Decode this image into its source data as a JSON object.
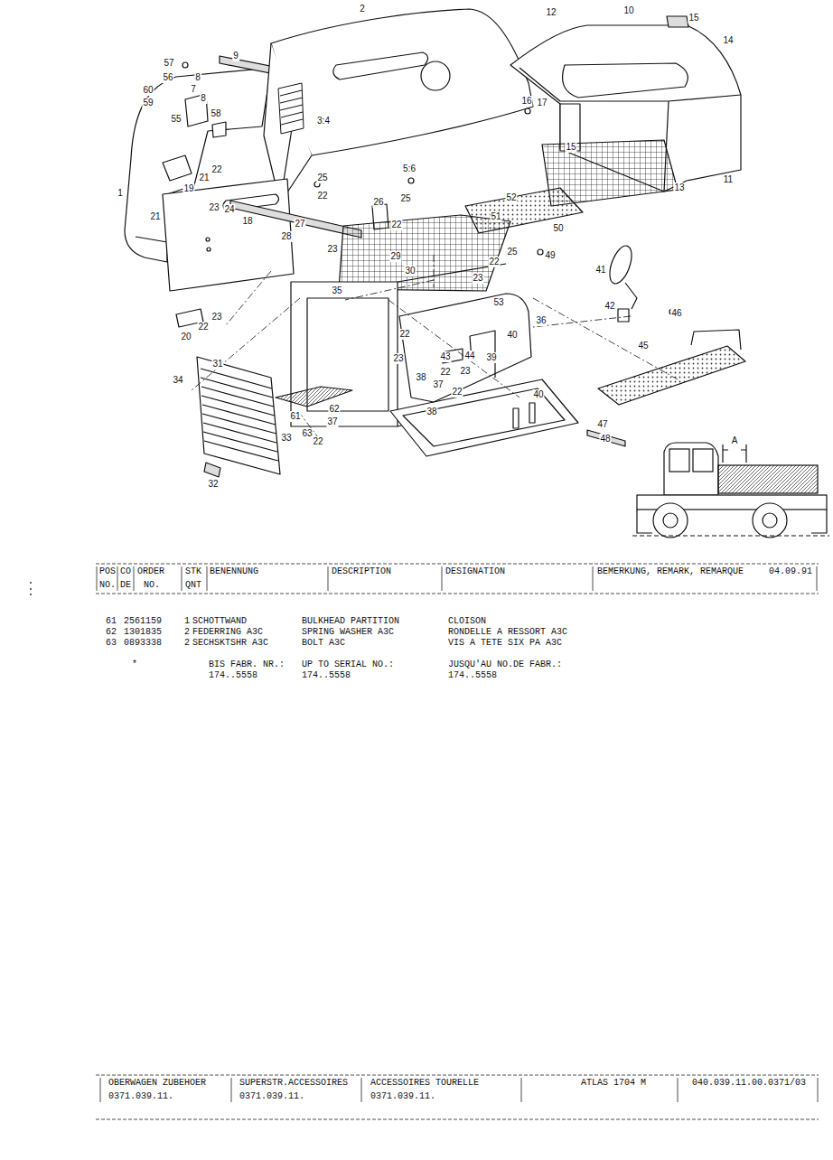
{
  "diagram": {
    "labels": [
      "57",
      "56",
      "8",
      "9",
      "2",
      "12",
      "10",
      "15",
      "14",
      "60",
      "7",
      "59",
      "8",
      "55",
      "58",
      "3:4",
      "16",
      "17",
      "15",
      "22",
      "21",
      "19",
      "23",
      "25",
      "5:6",
      "22",
      "1",
      "24",
      "26",
      "25",
      "22",
      "21",
      "18",
      "27",
      "28",
      "23",
      "13",
      "11",
      "52",
      "51",
      "50",
      "29",
      "30",
      "25",
      "22",
      "49",
      "23",
      "41",
      "35",
      "53",
      "42",
      "46",
      "36",
      "20",
      "23",
      "22",
      "22",
      "23",
      "40",
      "43",
      "44",
      "39",
      "45",
      "34",
      "31",
      "38",
      "22",
      "37",
      "23",
      "22",
      "40",
      "61",
      "62",
      "37",
      "38",
      "33",
      "63",
      "22",
      "47",
      "48",
      "32",
      "A",
      "POS",
      "CO",
      "ORDER",
      "STK",
      "BENENNUNG",
      "DESCRIPTION",
      "DESIGNATION",
      "BEMERKUNG, REMARK, REMARQUE",
      "04.09.91",
      "NO.",
      "DE",
      "NO.",
      "QNT",
      "61",
      "2561159",
      "1",
      "SCHOTTWAND",
      "BULKHEAD PARTITION",
      "CLOISON",
      "62",
      "1301835",
      "2",
      "FEDERRING A3C",
      "SPRING WASHER A3C",
      "RONDELLE A RESSORT A3C",
      "63",
      "0893338",
      "2",
      "SECHSKTSHR A3C",
      "BOLT A3C",
      "VIS A TETE SIX PA A3C",
      "*",
      "BIS FABR. NR.:",
      "174..5558",
      "UP TO SERIAL NO.:",
      "174..5558",
      "JUSQU'AU NO.DE FABR.:",
      "174..5558",
      "OBERWAGEN ZUBEHOER",
      "0371.039.11.",
      "SUPERSTR.ACCESSOIRES",
      "0371.039.11.",
      "ACCESSOIRES TOURELLE",
      "0371.039.11.",
      "ATLAS 1704 M",
      "040.039.11.00.0371/03"
    ]
  }
}
